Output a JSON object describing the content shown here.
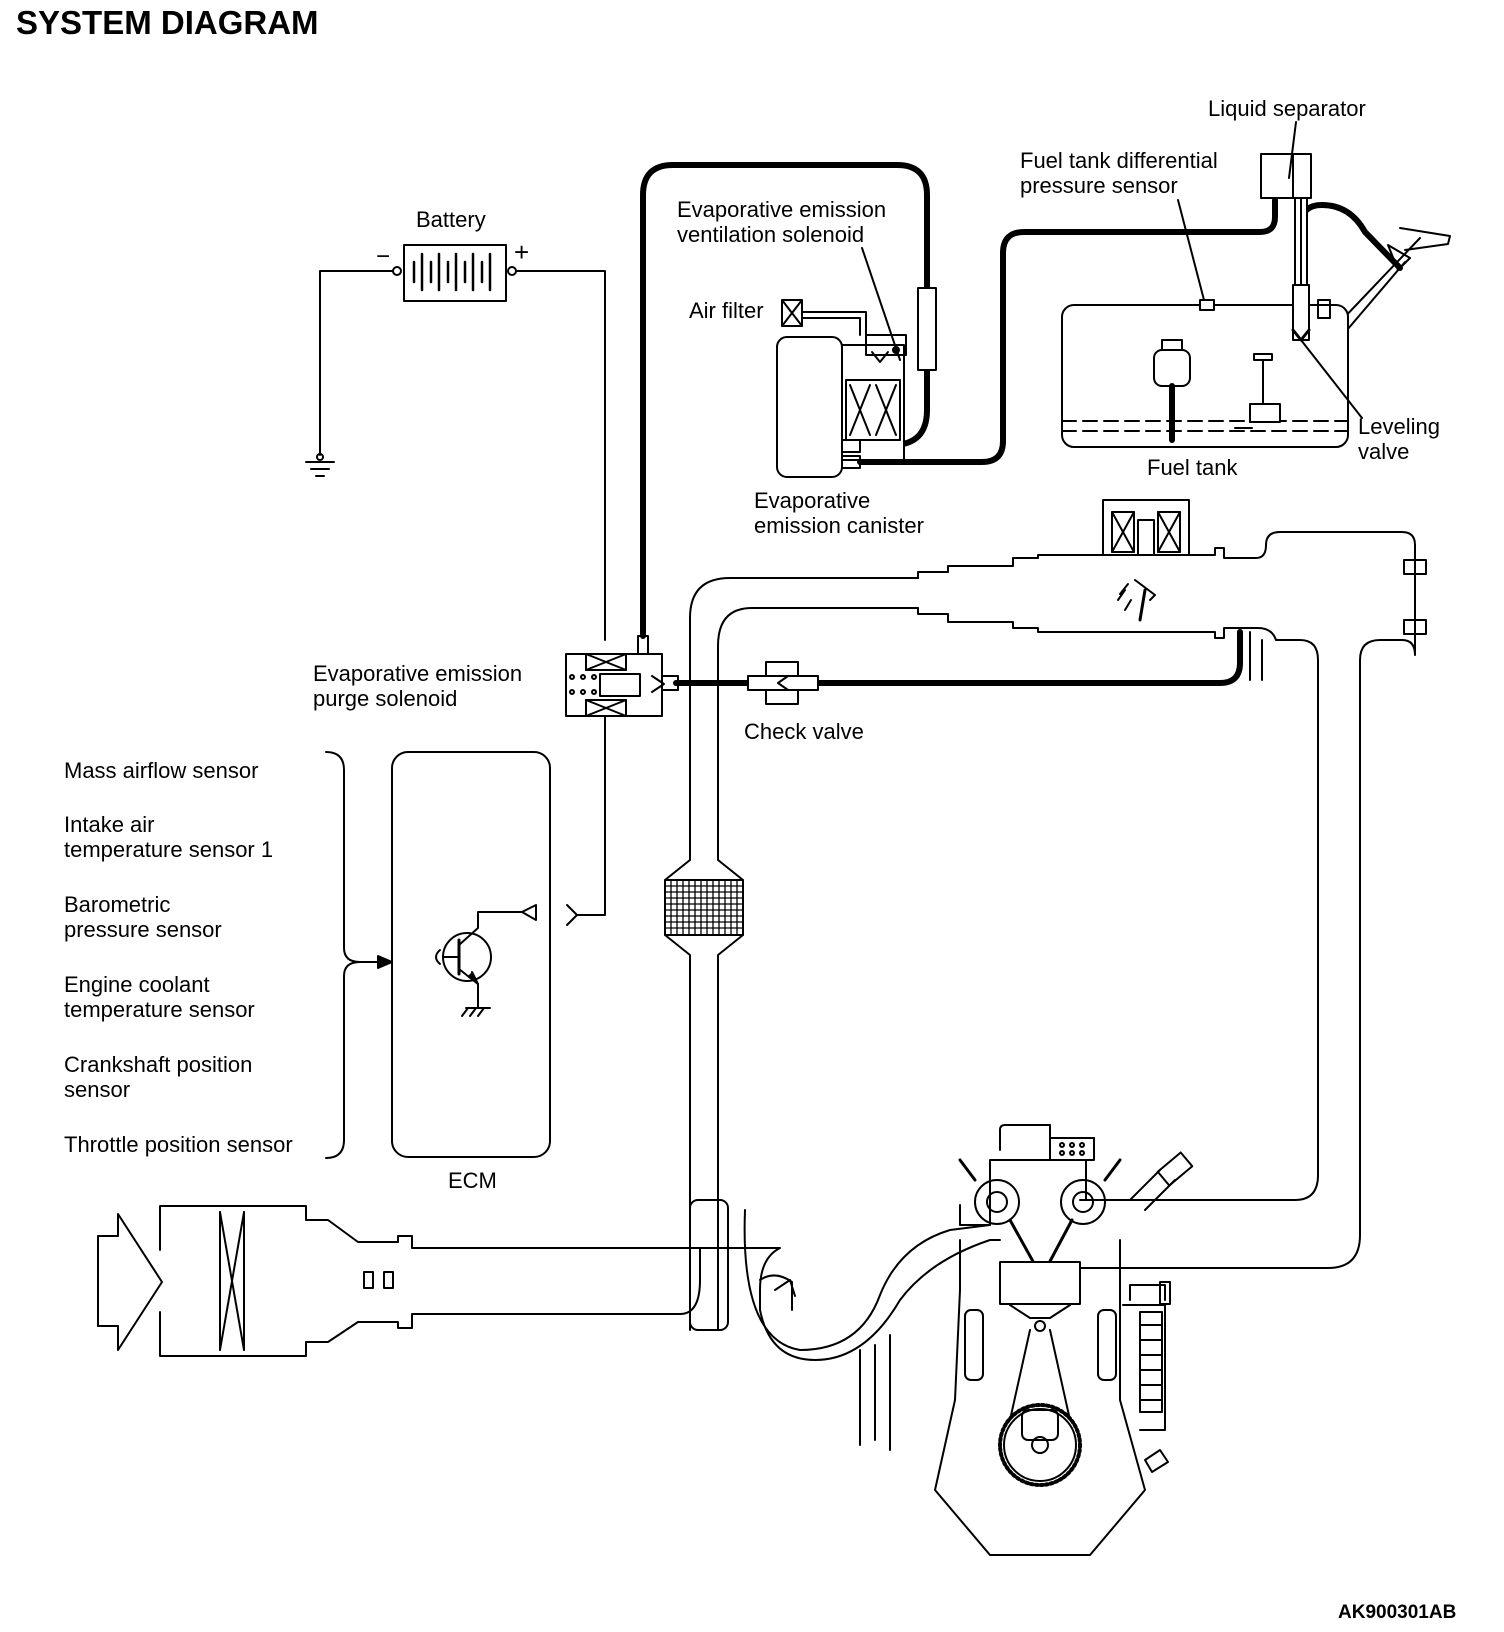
{
  "title": "SYSTEM DIAGRAM",
  "drawing_code": "AK900301AB",
  "labels": {
    "battery": "Battery",
    "battery_minus": "−",
    "battery_plus": "+",
    "liquid_separator": "Liquid separator",
    "fuel_tank_dp_sensor": "Fuel tank differential\npressure sensor",
    "vent_solenoid": "Evaporative emission\nventilation solenoid",
    "air_filter": "Air filter",
    "leveling_valve": "Leveling\nvalve",
    "fuel_tank": "Fuel tank",
    "canister": "Evaporative\nemission canister",
    "purge_solenoid": "Evaporative emission\npurge solenoid",
    "check_valve": "Check valve",
    "ecm": "ECM"
  },
  "sensors": [
    "Mass airflow sensor",
    "Intake air\ntemperature sensor 1",
    "Barometric\npressure sensor",
    "Engine coolant\ntemperature sensor",
    "Crankshaft position\nsensor",
    "Throttle position sensor"
  ]
}
